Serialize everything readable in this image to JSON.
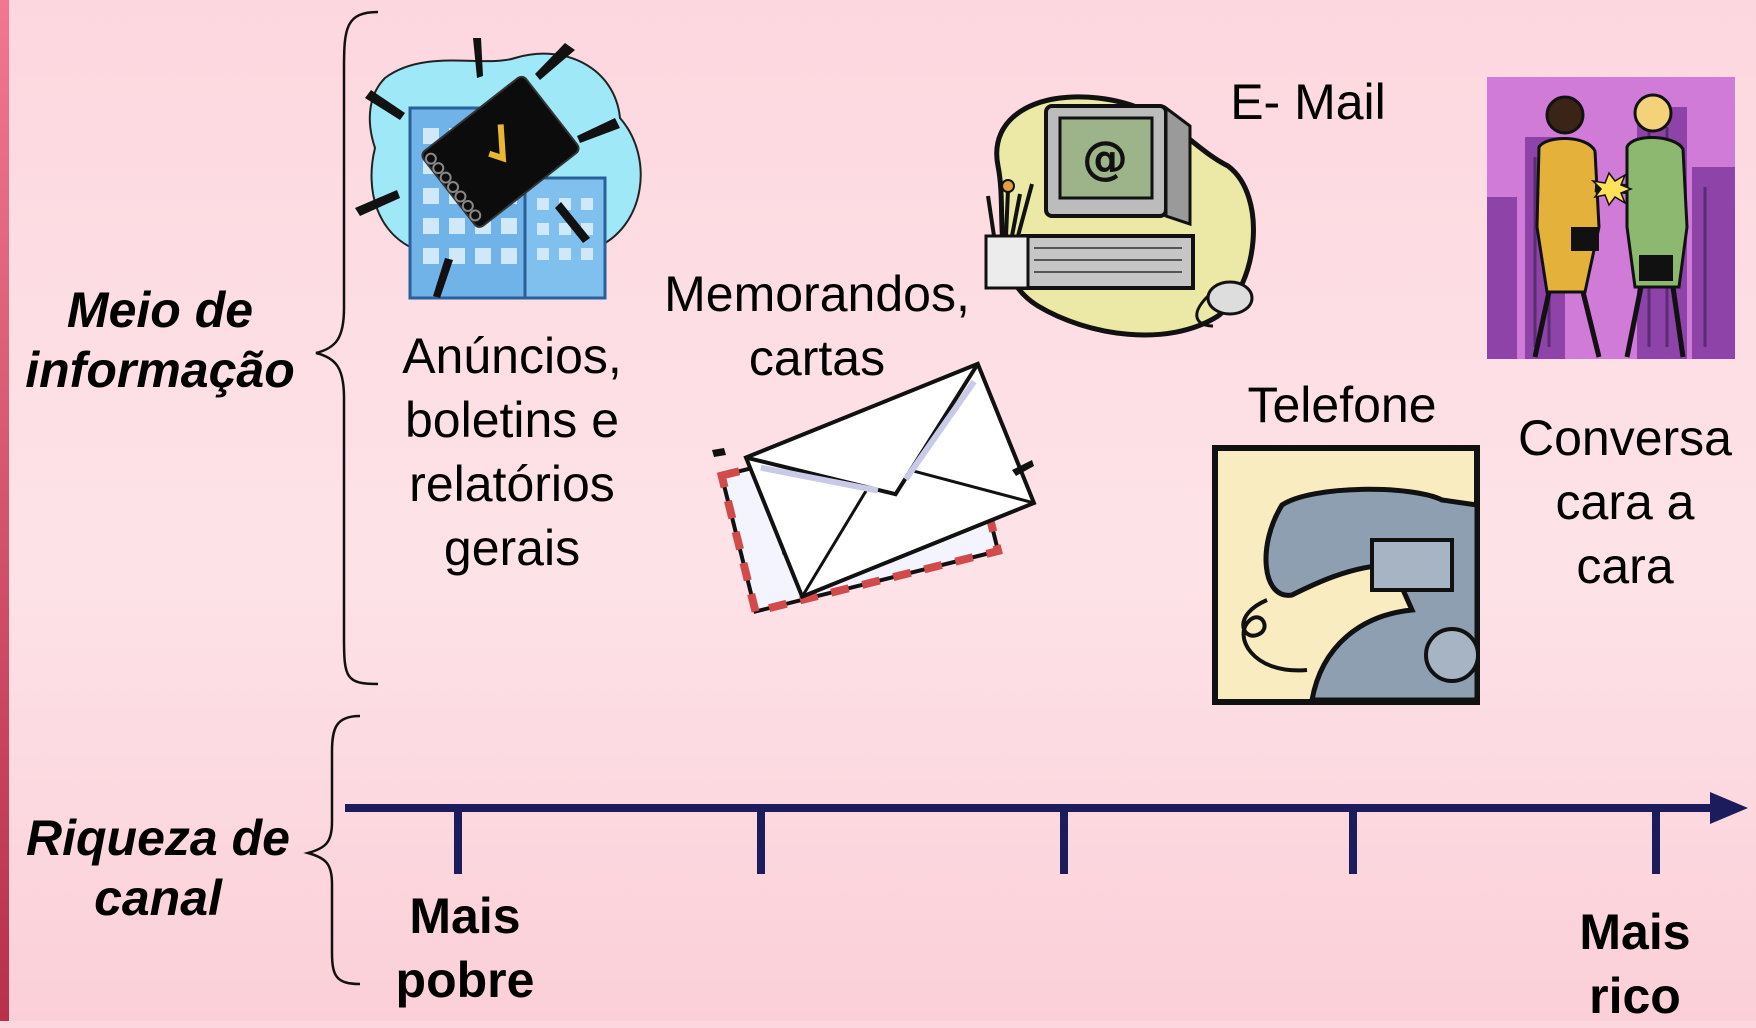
{
  "left_labels": {
    "medium": "Meio de\ninformação",
    "richness": "Riqueza de\ncanal"
  },
  "media": {
    "announcements": "Anúncios,\nboletins e\nrelatórios\ngerais",
    "memos": "Memorandos,\ncartas",
    "email": "E- Mail",
    "telephone": "Telefone",
    "face_to_face": "Conversa\ncara a\ncara"
  },
  "axis": {
    "low_label": "Mais\npobre",
    "high_label": "Mais\nrico"
  },
  "colors": {
    "background": "#fde0e6",
    "axis": "#1c1c5c",
    "accent_bar": "#c0334f"
  }
}
